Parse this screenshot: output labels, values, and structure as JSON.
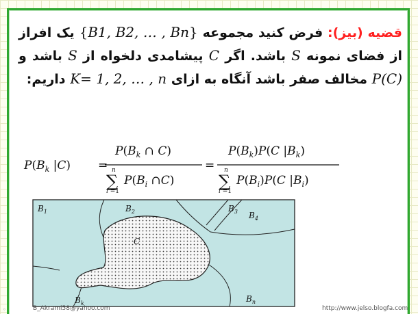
{
  "theorem": {
    "title": "قضیه (بیز):",
    "line1_text": "فرض کنید مجموعه",
    "set_open": "{",
    "set_items": "B1, B2, … , Bn",
    "set_close": "}",
    "line1_end": "یک",
    "line2_text": "افراز از فضای نمونه",
    "sample_space": "S",
    "line2_mid": "باشد. اگر",
    "event": "C",
    "line2_end": "پیشامدی دلخواه از",
    "line2_tail": "باشد",
    "line3_start": "و",
    "prob_c": "P(C)",
    "line3_mid": "مخالف صفر باشد آنگاه به ازای",
    "index_range": "K= 1, 2, … , n",
    "line4": "داریم:"
  },
  "formula": {
    "lhs": "P(B_k | C)",
    "num1": "P(B_k ∩ C)",
    "den1": "Σ_{i=1}^{n} P(B_i ∩ C)",
    "num2": "P(B_k) P(C | B_k)",
    "den2": "Σ_{i=1}^{n} P(B_i) P(C | B_i)"
  },
  "venn": {
    "regions": [
      "B1",
      "B2",
      "B3",
      "B4",
      "Bk",
      "Bn"
    ],
    "event_label": "C",
    "fill_color": "#c2e4e4",
    "event_fill": "#f3f3f3"
  },
  "footer": {
    "left_email": "B_Akrami58@yahoo.com",
    "right_url": "http://www.jelso.blogfa.com"
  }
}
